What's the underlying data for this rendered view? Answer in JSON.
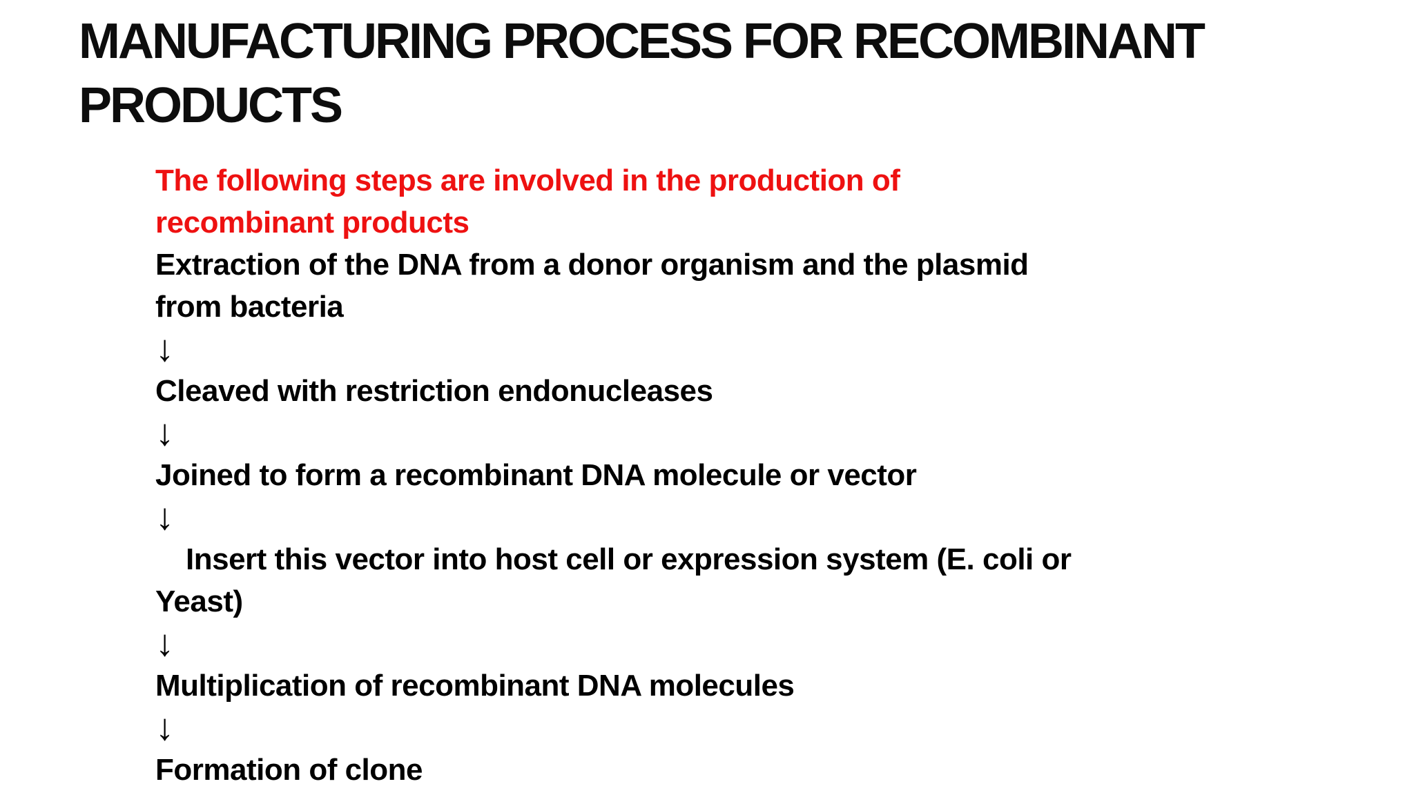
{
  "slide": {
    "title": "MANUFACTURING PROCESS FOR RECOMBINANT PRODUCTS",
    "intro": "The following steps are involved in the production of recombinant products",
    "arrow_glyph": "↓",
    "steps": [
      "Extraction of the DNA from a donor organism and the plasmid from bacteria",
      "Cleaved with restriction endonucleases",
      "Joined to form a recombinant DNA molecule or vector",
      "Insert this vector into host cell or expression system (E. coli or Yeast)",
      "Multiplication of recombinant DNA molecules",
      "Formation of clone"
    ],
    "colors": {
      "intro_red": "#ee1111",
      "text": "#000000",
      "background": "#ffffff"
    }
  }
}
